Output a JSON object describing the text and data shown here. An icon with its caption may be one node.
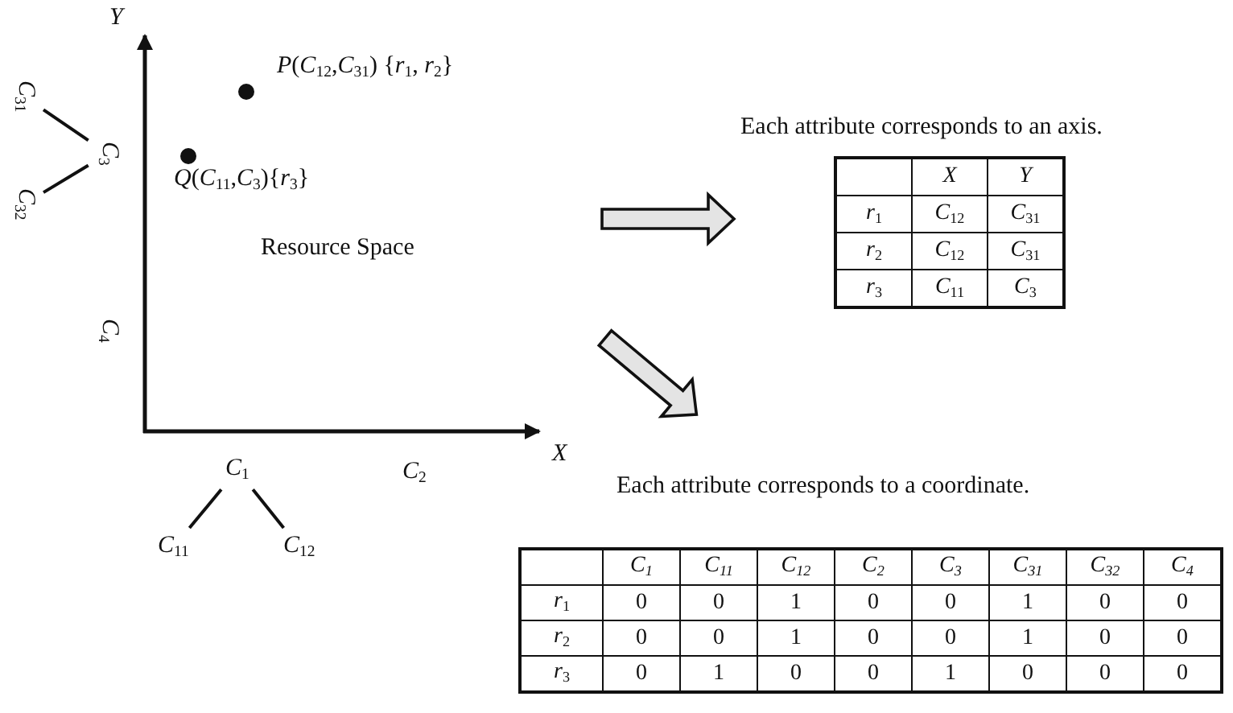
{
  "diagram": {
    "nodes": [
      {
        "text": [
          "*C*$_{31}$"
        ]
      },
      {
        "text": [
          "*C*$_{3}$"
        ]
      },
      {
        "text": [
          "*C*$_{32}$"
        ]
      },
      {
        "text": [
          "*C*$_{1}$"
        ]
      },
      {
        "text": [
          "*C*$_{11}$"
        ]
      },
      {
        "text": [
          "*C*$_{12}$"
        ]
      }
    ],
    "edges": [
      {
        "from": 1,
        "to": 0,
        "arrow": "none"
      },
      {
        "from": 1,
        "to": 2,
        "arrow": "none"
      },
      {
        "from": 3,
        "to": 4,
        "arrow": "none"
      },
      {
        "from": 3,
        "to": 5,
        "arrow": "none"
      }
    ],
    "labels": [
      "Y",
      "*P*(*C*$_{12}$,*C*$_{31}$) {*r*$_{1}$, *r*$_{2}$}",
      "Each attribute corresponds to an axis.",
      "*Q*(*C*$_{11}$,*C*$_{3}$){*r*$_{3}$}",
      "Resource Space",
      "*C*$_{4}$",
      "X",
      "*C*$_{2}$",
      "Each attribute corresponds to a coordinate.",
      "X",
      "Y",
      "*r*$_{1}$",
      "*C*$_{12}$",
      "*C*$_{31}$",
      "*r*$_{2}$",
      "*C*$_{12}$",
      "*C*$_{31}$",
      "*r*$_{3}$",
      "*C*$_{11}$",
      "*C*$_{3}$",
      "*C*$_{1}$",
      "*C*$_{11}$",
      "*C*$_{12}$",
      "*C*$_{2}$",
      "*C*$_{3}$",
      "*C*$_{31}$",
      "*C*$_{32}$",
      "*C*$_{4}$",
      "*r*$_{1}$",
      "0",
      "0",
      "1",
      "0",
      "0",
      "1",
      "0",
      "0",
      "*r*$_{2}$",
      "0",
      "0",
      "1",
      "0",
      "0",
      "1",
      "0",
      "0",
      "*r*$_{3}$",
      "0",
      "1",
      "0",
      "0",
      "1",
      "0",
      "0",
      "0"
    ]
  }
}
